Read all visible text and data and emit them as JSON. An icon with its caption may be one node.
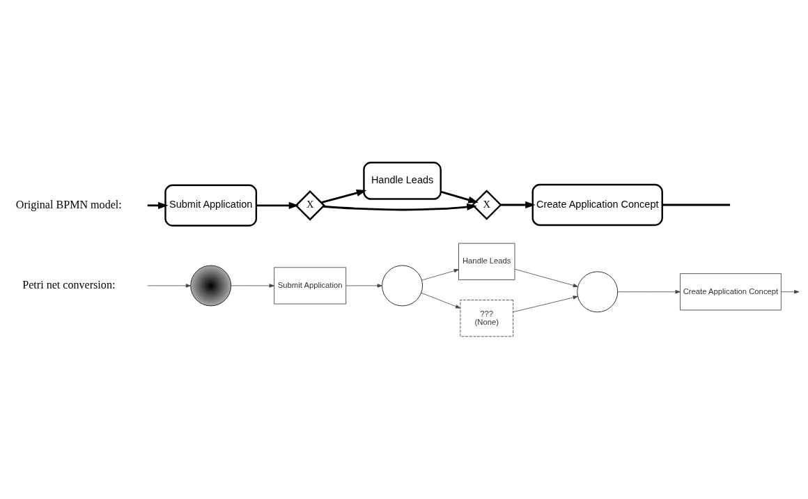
{
  "diagram": {
    "nodes": [
      {
        "text": [
          "Submit Application"
        ]
      },
      {
        "text": [
          "X"
        ]
      },
      {
        "text": [
          "Handle Leads"
        ]
      },
      {
        "text": [
          "X"
        ]
      },
      {
        "text": [
          "Create Application Concept"
        ]
      },
      {
        "text": [],
        "shape": "circle"
      },
      {
        "text": [
          "Submit Application"
        ]
      },
      {
        "text": [],
        "shape": "circle"
      },
      {
        "text": [
          "Handle Leads"
        ]
      },
      {
        "text": [
          "???",
          "(None)"
        ]
      },
      {
        "text": [],
        "shape": "circle"
      },
      {
        "text": [
          "Create Application Concept"
        ]
      }
    ],
    "edges": [
      {
        "from": null,
        "to": 0,
        "arrow": "to",
        "style": "thick"
      },
      {
        "from": 0,
        "to": 1,
        "arrow": "to",
        "style": "thick"
      },
      {
        "from": 1,
        "to": 2,
        "arrow": "to",
        "style": "thick"
      },
      {
        "from": 1,
        "to": 3,
        "arrow": "to",
        "style": "thick"
      },
      {
        "from": 2,
        "to": 3,
        "arrow": "to",
        "style": "thick"
      },
      {
        "from": 3,
        "to": 4,
        "arrow": "to",
        "style": "thick"
      },
      {
        "from": 4,
        "to": null,
        "arrow": "none",
        "style": "thick"
      },
      {
        "from": null,
        "to": 5,
        "arrow": "to"
      },
      {
        "from": 5,
        "to": 6,
        "arrow": "to"
      },
      {
        "from": 6,
        "to": 7,
        "arrow": "to"
      },
      {
        "from": 7,
        "to": 8,
        "arrow": "to"
      },
      {
        "from": 7,
        "to": 9,
        "arrow": "to"
      },
      {
        "from": 8,
        "to": 10,
        "arrow": "to"
      },
      {
        "from": 9,
        "to": 10,
        "arrow": "to"
      },
      {
        "from": 10,
        "to": 11,
        "arrow": "to"
      },
      {
        "from": 11,
        "to": null,
        "arrow": "to"
      }
    ],
    "labels": [
      "Original BPMN model:",
      "Petri net conversion:"
    ]
  }
}
